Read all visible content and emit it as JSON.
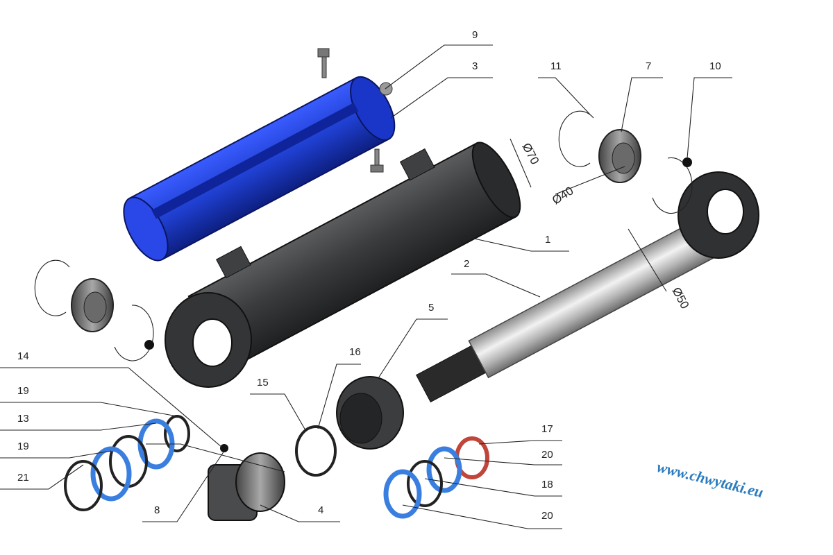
{
  "diagram": {
    "callouts": [
      "9",
      "3",
      "11",
      "7",
      "10",
      "1",
      "2",
      "5",
      "16",
      "15",
      "14",
      "19",
      "13",
      "19",
      "21",
      "8",
      "4",
      "17",
      "20",
      "18",
      "20"
    ],
    "dimensions": [
      "Ø70",
      "Ø40",
      "Ø50"
    ],
    "watermark": "www.chwytaki.eu"
  },
  "colors": {
    "tube_cover": "#1f3fd0",
    "cylinder_body": "#3a3c3e",
    "piston_rod": "#c9c9c9",
    "seal_blue": "#3a7fe0",
    "seal_red": "#c0453b",
    "watermark": "#2a7bbf"
  }
}
